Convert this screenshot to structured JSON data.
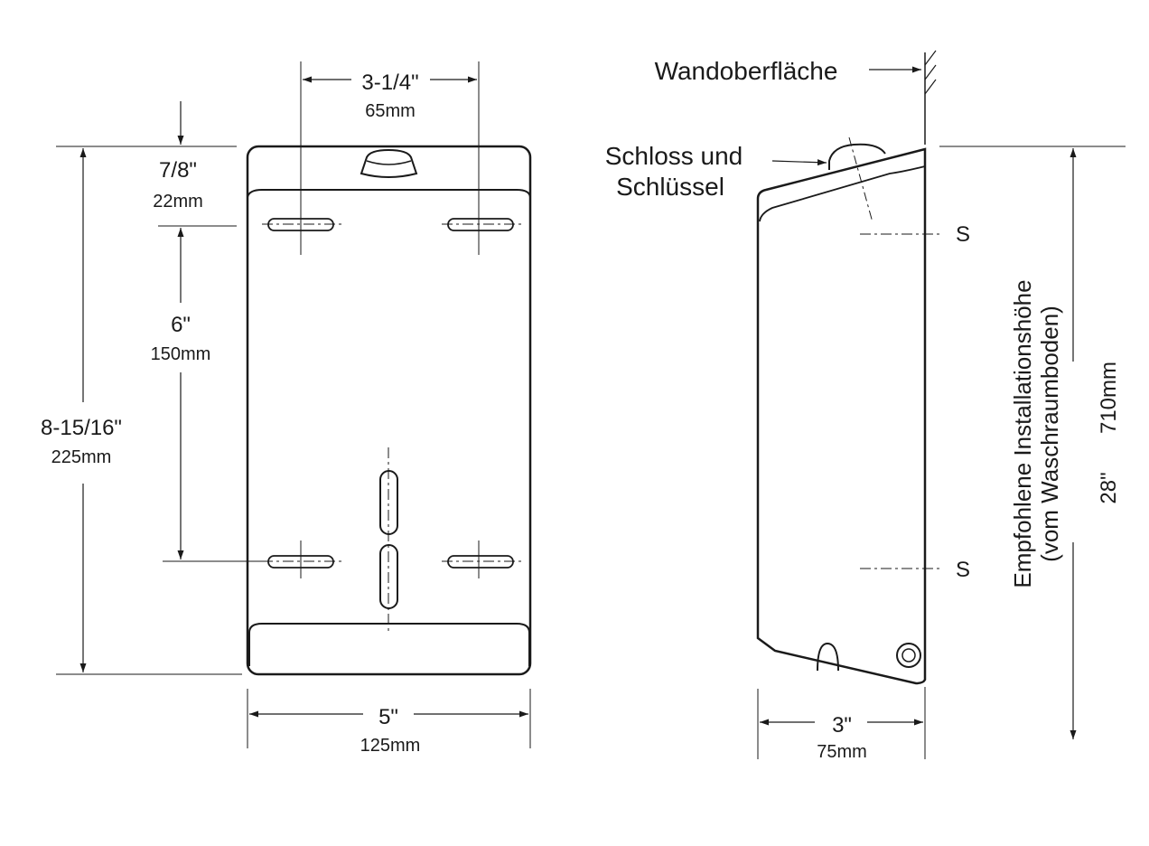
{
  "front": {
    "slot_spacing": {
      "inch": "3-1/4\"",
      "mm": "65mm"
    },
    "top_offset": {
      "inch": "7/8\"",
      "mm": "22mm"
    },
    "vertical_spacing": {
      "inch": "6\"",
      "mm": "150mm"
    },
    "total_height": {
      "inch": "8-15/16\"",
      "mm": "225mm"
    },
    "width": {
      "inch": "5\"",
      "mm": "125mm"
    }
  },
  "side": {
    "wall_label": "Wandoberfläche",
    "lock_label_line1": "Schloss und",
    "lock_label_line2": "Schlüssel",
    "screw_marker_top": "S",
    "screw_marker_bottom": "S",
    "depth": {
      "inch": "3\"",
      "mm": "75mm"
    },
    "install_label_line1": "Empfohlene Installationshöhe",
    "install_label_line2": "(vom Waschraumboden)",
    "install_height": {
      "inch": "28\"",
      "mm": "710mm"
    }
  }
}
